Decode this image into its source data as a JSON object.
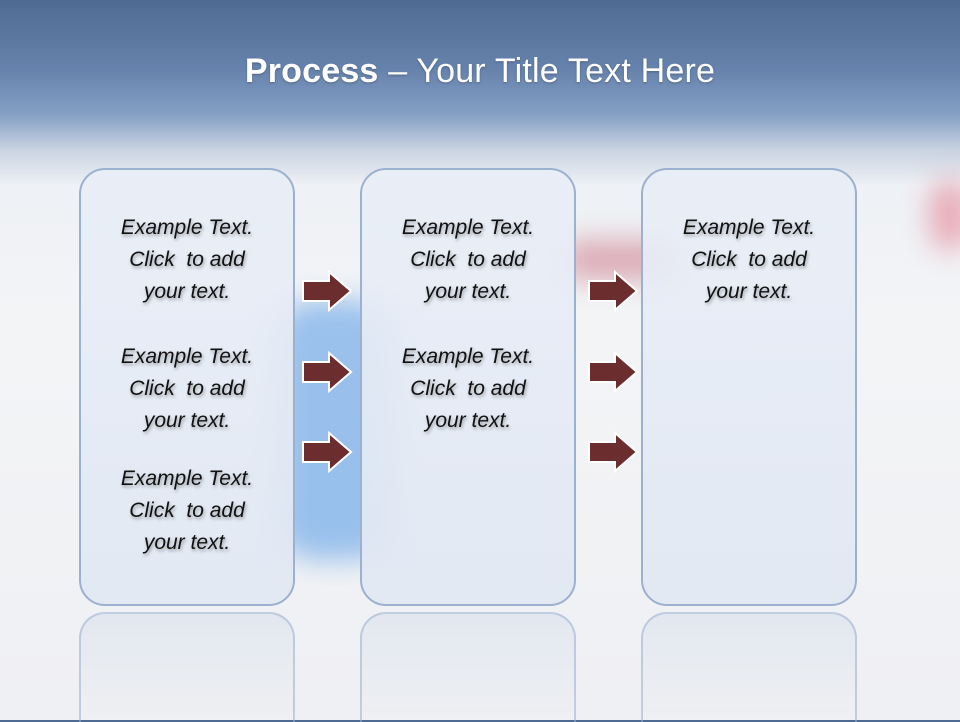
{
  "title": {
    "bold": "Process",
    "rest": "  – Your Title Text Here"
  },
  "columns": [
    {
      "items": [
        {
          "line1": "Example Text.",
          "line2": "Click  to add",
          "line3": "your text."
        },
        {
          "line1": "Example Text.",
          "line2": "Click  to add",
          "line3": "your text."
        },
        {
          "line1": "Example Text.",
          "line2": "Click  to add",
          "line3": "your text."
        }
      ]
    },
    {
      "items": [
        {
          "line1": "Example Text.",
          "line2": "Click  to add",
          "line3": "your text."
        },
        {
          "line1": "Example Text.",
          "line2": "Click  to add",
          "line3": "your text."
        }
      ]
    },
    {
      "items": [
        {
          "line1": "Example Text.",
          "line2": "Click  to add",
          "line3": "your text."
        }
      ]
    }
  ],
  "colors": {
    "arrow_fill": "#6b2d2d",
    "arrow_stroke": "#ffffff",
    "panel_border": "#9cb0cf",
    "header": "#5a7299"
  }
}
